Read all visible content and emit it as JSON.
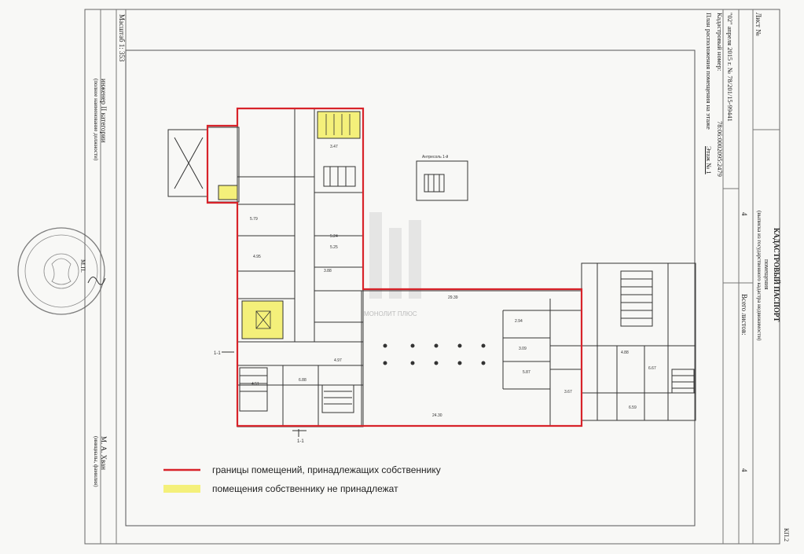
{
  "header": {
    "title": "КАДАСТРОВЫЙ ПАСПОРТ",
    "subtitle": "помещения",
    "note": "(выписка из государственного кадастра недвижимости)",
    "sheet_label": "Лист №",
    "sheet_value": "4",
    "total_label": "Всего листов:",
    "total_value": "4",
    "date_line": "\"02\" апреля 2015 г. № 78/201/15-99441",
    "cadastral_label": "Кадастровый номер:",
    "cadastral_value": "78:06:0002095:2479",
    "plan_label": "План расположения помещения на этаже",
    "floor_label": "Этаж № 1"
  },
  "left_column": {
    "scale": "Масштаб 1: 353",
    "engineer_role": "инженер II категории",
    "engineer_note": "(полное наименование должности)",
    "signer_name": "М. А. Хван",
    "signer_note": "(инициалы, фамилия)",
    "stamp_initials": "М.П."
  },
  "form_code": "КП.2",
  "legend": {
    "items": [
      {
        "label": "границы помещений, принадлежащих собственнику",
        "color": "#d8232a",
        "kind": "line"
      },
      {
        "label": "помещения собственнику не принадлежат",
        "color": "#f4f07a",
        "kind": "fill"
      }
    ]
  },
  "watermark": "МОНОЛИТ ПЛЮС",
  "plan": {
    "section_labels": [
      "1-1",
      "1-1"
    ],
    "room_labels": [
      "29.39",
      "24.30",
      "5.24",
      "5.25",
      "3.88",
      "4.97",
      "6.88",
      "5.79",
      "4.95",
      "3.47",
      "2.94",
      "3.09",
      "5.87",
      "4.88",
      "6.67",
      "6.59",
      "4.51",
      "3.67"
    ],
    "stairs_label": "Антресоль 1-й"
  }
}
